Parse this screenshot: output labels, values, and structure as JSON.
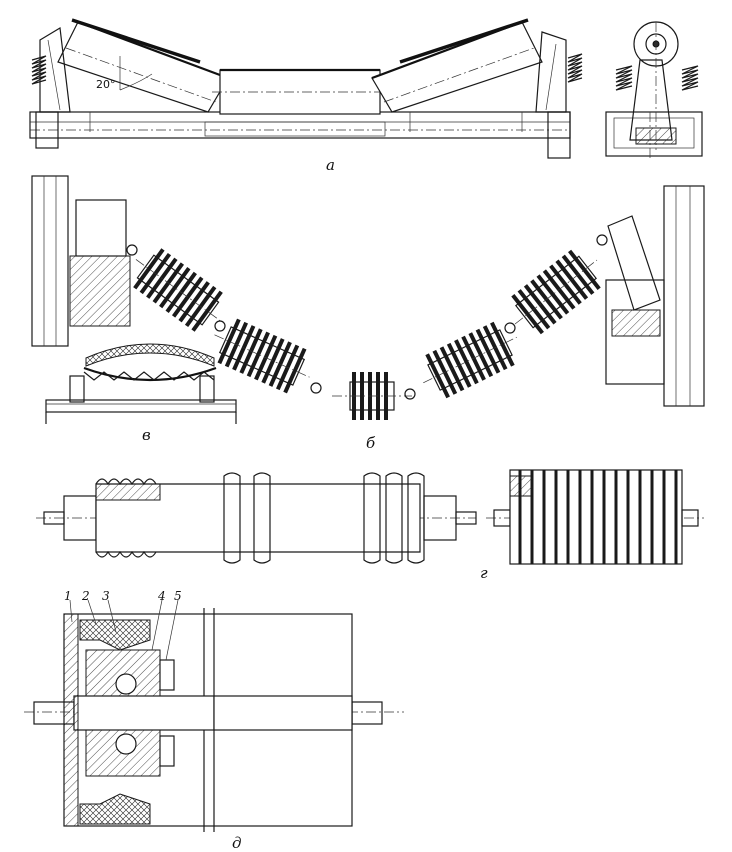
{
  "labels": {
    "view_a": "а",
    "view_b": "б",
    "view_v": "в",
    "view_g": "г",
    "view_d": "д"
  },
  "angle_label": "20°",
  "part_numbers": [
    "1",
    "2",
    "3",
    "4",
    "5"
  ]
}
